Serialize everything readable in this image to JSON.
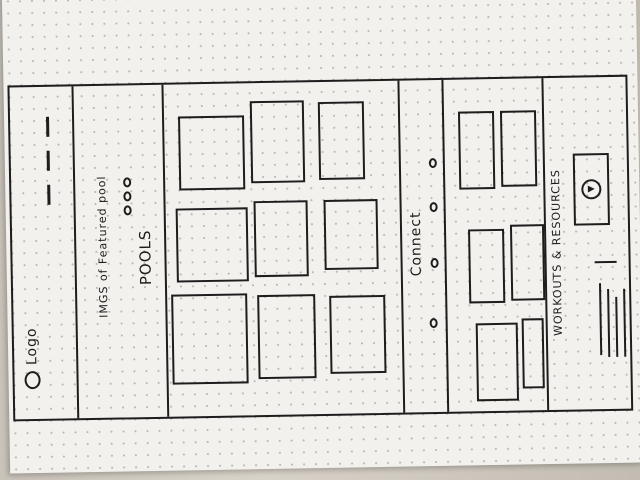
{
  "header": {
    "logo_text": "Logo"
  },
  "hero": {
    "caption": "IMGS of Featured pool"
  },
  "sections": {
    "pools_title": "POOLS",
    "connect_title": "Connect",
    "workouts_title": "WORKOUTS & RESOURCES"
  },
  "icons": {
    "logo": "circle-logo-icon",
    "menu": "hamburger-menu-icon",
    "play": "play-icon"
  },
  "colors": {
    "ink": "#1d1d1d",
    "paper": "#f2f1ee"
  }
}
